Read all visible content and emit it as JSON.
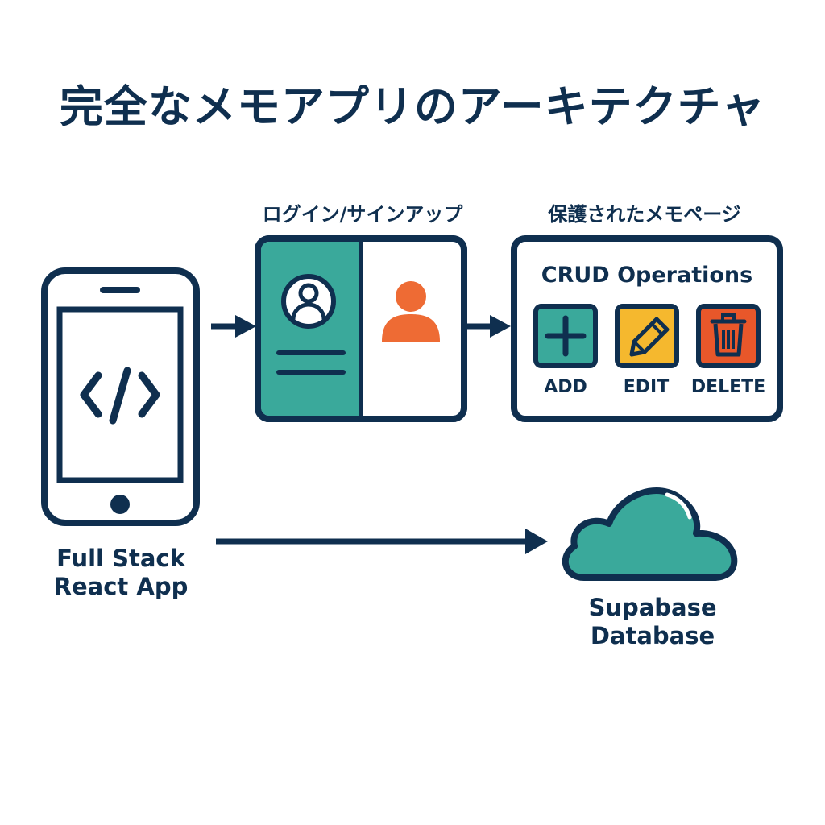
{
  "title": "完全なメモアプリのアーキテクチャ",
  "nodes": {
    "app": {
      "label_line1": "Full Stack",
      "label_line2": "React App",
      "icon": "code-icon"
    },
    "login": {
      "label": "ログイン/サインアップ",
      "icons": [
        "user-circle-icon",
        "user-icon"
      ]
    },
    "memo": {
      "label": "保護されたメモページ",
      "heading": "CRUD Operations",
      "operations": [
        {
          "label": "ADD",
          "icon": "plus-icon",
          "color": "#3aa99b"
        },
        {
          "label": "EDIT",
          "icon": "pencil-icon",
          "color": "#f5b82e"
        },
        {
          "label": "DELETE",
          "icon": "trash-icon",
          "color": "#e8572a"
        }
      ]
    },
    "database": {
      "label_line1": "Supabase",
      "label_line2": "Database",
      "icon": "cloud-icon"
    }
  },
  "colors": {
    "navy": "#0f2f4f",
    "teal": "#3aa99b",
    "orange": "#ee6b34",
    "yellow": "#f5b82e",
    "red": "#e8572a"
  }
}
